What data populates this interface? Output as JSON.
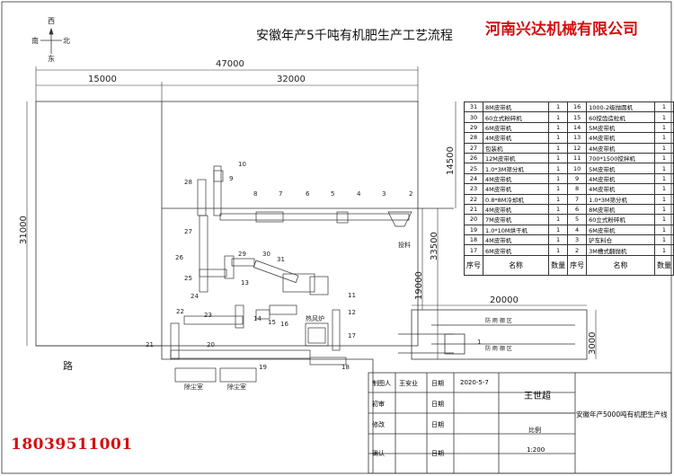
{
  "title": "安徽年产5千吨有机肥生产工艺流程",
  "company": "河南兴达机械有限公司",
  "phone": "18039511001",
  "compass": {
    "north": "北",
    "south": "南",
    "east": "东",
    "west": "西"
  },
  "dimensions": {
    "total_width": "47000",
    "left_width": "15000",
    "right_width": "32000",
    "height_total": "31000",
    "height_upper": "14500",
    "height_right": "33500",
    "bottom_right": "19000",
    "shed_width": "20000",
    "shed_height": "3000"
  },
  "road": "路",
  "labels": {
    "feed": "投料",
    "dust1": "除尘室",
    "dust2": "除尘室",
    "hot_stove": "热风炉",
    "shed_text_a": "防 雨 棚 区",
    "shed_text_b": "防 雨 棚 区"
  },
  "equipment_numbers": [
    "1",
    "2",
    "3",
    "4",
    "5",
    "6",
    "7",
    "8",
    "9",
    "10",
    "11",
    "12",
    "13",
    "14",
    "15",
    "16",
    "17",
    "18",
    "19",
    "20",
    "21",
    "22",
    "23",
    "24",
    "25",
    "26",
    "27",
    "28",
    "29",
    "30",
    "31"
  ],
  "bom": {
    "rows": [
      {
        "l_no": "31",
        "l_name": "8M皮带机",
        "l_qty": "1",
        "r_no": "16",
        "r_name": "1000-2级抛圆机",
        "r_qty": "1"
      },
      {
        "l_no": "30",
        "l_name": "60立式粉碎机",
        "l_qty": "1",
        "r_no": "15",
        "r_name": "60搅齿造粒机",
        "r_qty": "1"
      },
      {
        "l_no": "29",
        "l_name": "6M皮带机",
        "l_qty": "1",
        "r_no": "14",
        "r_name": "5M皮带机",
        "r_qty": "1"
      },
      {
        "l_no": "28",
        "l_name": "4M皮带机",
        "l_qty": "1",
        "r_no": "13",
        "r_name": "4M皮带机",
        "r_qty": "1"
      },
      {
        "l_no": "27",
        "l_name": "包装机",
        "l_qty": "1",
        "r_no": "12",
        "r_name": "4M皮带机",
        "r_qty": "1"
      },
      {
        "l_no": "26",
        "l_name": "12M皮带机",
        "l_qty": "1",
        "r_no": "11",
        "r_name": "700*1500搅拌机",
        "r_qty": "1"
      },
      {
        "l_no": "25",
        "l_name": "1.0*3M筛分机",
        "l_qty": "1",
        "r_no": "10",
        "r_name": "5M皮带机",
        "r_qty": "1"
      },
      {
        "l_no": "24",
        "l_name": "4M皮带机",
        "l_qty": "1",
        "r_no": "9",
        "r_name": "4M皮带机",
        "r_qty": "1"
      },
      {
        "l_no": "23",
        "l_name": "4M皮带机",
        "l_qty": "1",
        "r_no": "8",
        "r_name": "4M皮带机",
        "r_qty": "1"
      },
      {
        "l_no": "22",
        "l_name": "0.8*8M冷却机",
        "l_qty": "1",
        "r_no": "7",
        "r_name": "1.0*3M筛分机",
        "r_qty": "1"
      },
      {
        "l_no": "21",
        "l_name": "4M皮带机",
        "l_qty": "1",
        "r_no": "6",
        "r_name": "8M皮带机",
        "r_qty": "1"
      },
      {
        "l_no": "20",
        "l_name": "7M皮带机",
        "l_qty": "1",
        "r_no": "5",
        "r_name": "60立式粉碎机",
        "r_qty": "1"
      },
      {
        "l_no": "19",
        "l_name": "1.0*10M烘干机",
        "l_qty": "1",
        "r_no": "4",
        "r_name": "6M皮带机",
        "r_qty": "1"
      },
      {
        "l_no": "18",
        "l_name": "4M皮带机",
        "l_qty": "1",
        "r_no": "3",
        "r_name": "铲车料仓",
        "r_qty": "1"
      },
      {
        "l_no": "17",
        "l_name": "6M皮带机",
        "l_qty": "1",
        "r_no": "2",
        "r_name": "3M槽式翻抛机",
        "r_qty": "1"
      }
    ],
    "header": {
      "no": "序号",
      "name": "名称",
      "qty": "数量",
      "no2": "序号",
      "name2": "名称",
      "qty2": "数量"
    }
  },
  "title_block": {
    "drawn_by_label": "制图人",
    "drawn_by": "王安业",
    "date_label1": "日期",
    "date1": "2020-5-7",
    "review_label": "初审",
    "date_label2": "日期",
    "revise_label": "修改",
    "date_label3": "日期",
    "confirm_label": "确认",
    "date_label4": "日期",
    "signer": "王世超",
    "scale_label": "比例",
    "scale": "1:200",
    "project": "安徽年产5000吨有机肥生产线"
  }
}
